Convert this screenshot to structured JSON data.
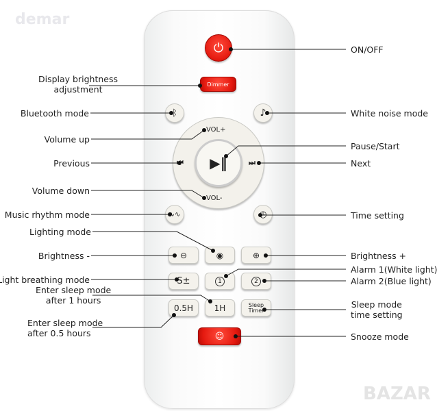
{
  "watermarks": {
    "top_left": "demar",
    "bottom_right": "BAZAR"
  },
  "buttons": {
    "dimmer": "Dimmer",
    "vol_up": "VOL+",
    "vol_down": "VOL-",
    "h05": "0.5H",
    "h1": "1H",
    "sleep_timer_1": "Sleep",
    "sleep_timer_2": "Timer",
    "breathing": "S±",
    "alarm1": "1",
    "alarm2": "2"
  },
  "labels": {
    "on_off": "ON/OFF",
    "display_brightness_1": "Display brightness",
    "display_brightness_2": "adjustment",
    "bluetooth": "Bluetooth mode",
    "white_noise": "White noise mode",
    "volume_up": "Volume up",
    "pause_start": "Pause/Start",
    "previous": "Previous",
    "next": "Next",
    "volume_down": "Volume down",
    "music_rhythm": "Music rhythm mode",
    "time_setting": "Time setting",
    "lighting_mode": "Lighting mode",
    "brightness_minus": "Brightness -",
    "brightness_plus": "Brightness +",
    "alarm1": "Alarm 1(White light)",
    "light_breathing": "Light breathing mode",
    "alarm2": "Alarm 2(Blue light)",
    "sleep_1h_1": "Enter sleep mode",
    "sleep_1h_2": "after 1 hours",
    "sleep_time_1": "Sleep mode",
    "sleep_time_2": "time setting",
    "sleep_05h_1": "Enter sleep mode",
    "sleep_05h_2": "after 0.5 hours",
    "snooze": "Snooze mode"
  }
}
